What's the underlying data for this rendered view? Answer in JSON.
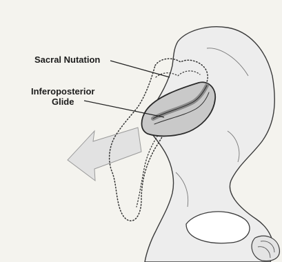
{
  "labels": {
    "sacral_nutation": "Sacral Nutation",
    "glide_line1": "Inferoposterior",
    "glide_line2": "Glide"
  },
  "colors": {
    "paper": "#f4f3ee",
    "bone_fill": "#ededed",
    "bone_outline": "#3a3a3a",
    "arrow_fill": "#e2e2e2",
    "joint_fill": "#c9c9c9",
    "joint_stripe": "#8a8a8a",
    "text": "#1c1c1c"
  },
  "icons": {
    "sacrum": "dotted-sacrum-outline",
    "ilium": "pelvis-bone-outline",
    "arrows": "motion-arrow"
  }
}
